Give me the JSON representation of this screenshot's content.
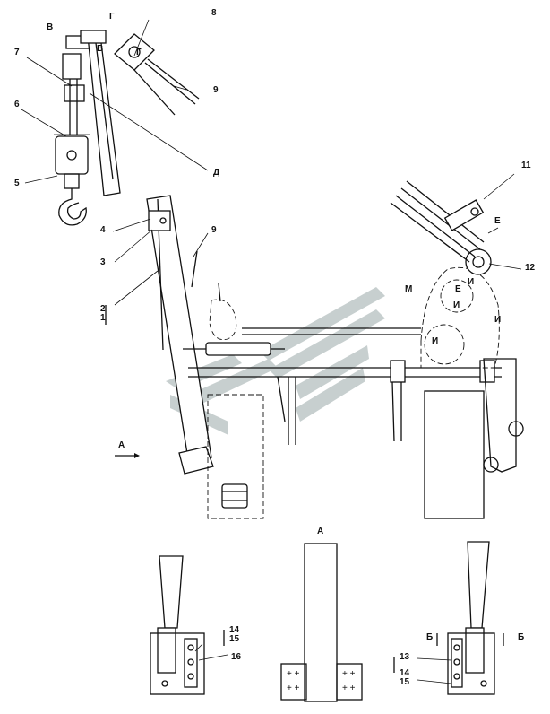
{
  "labels": {
    "c1": "1",
    "c2": "2",
    "c3": "3",
    "c4": "4",
    "c5": "5",
    "c6": "6",
    "c7": "7",
    "c8": "8",
    "c9a": "9",
    "c9b": "9",
    "c11": "11",
    "c12": "12",
    "c13": "13",
    "c14a": "14",
    "c15a": "15",
    "c14b": "14",
    "c15b": "15",
    "c16": "16",
    "viewA_arrow": "А",
    "viewA_title": "А",
    "v_top": "В",
    "v_bot": "В",
    "g_top": "Г",
    "g_bot": "Г",
    "d": "Д",
    "e_top": "Е",
    "e_mid": "Е",
    "i1": "И",
    "i2": "И",
    "i3": "И",
    "i4": "И",
    "m": "М",
    "b_left": "Б",
    "b_right": "Б"
  },
  "colors": {
    "line": "#111111",
    "watermark": "#c7cfcf",
    "background": "#ffffff"
  }
}
